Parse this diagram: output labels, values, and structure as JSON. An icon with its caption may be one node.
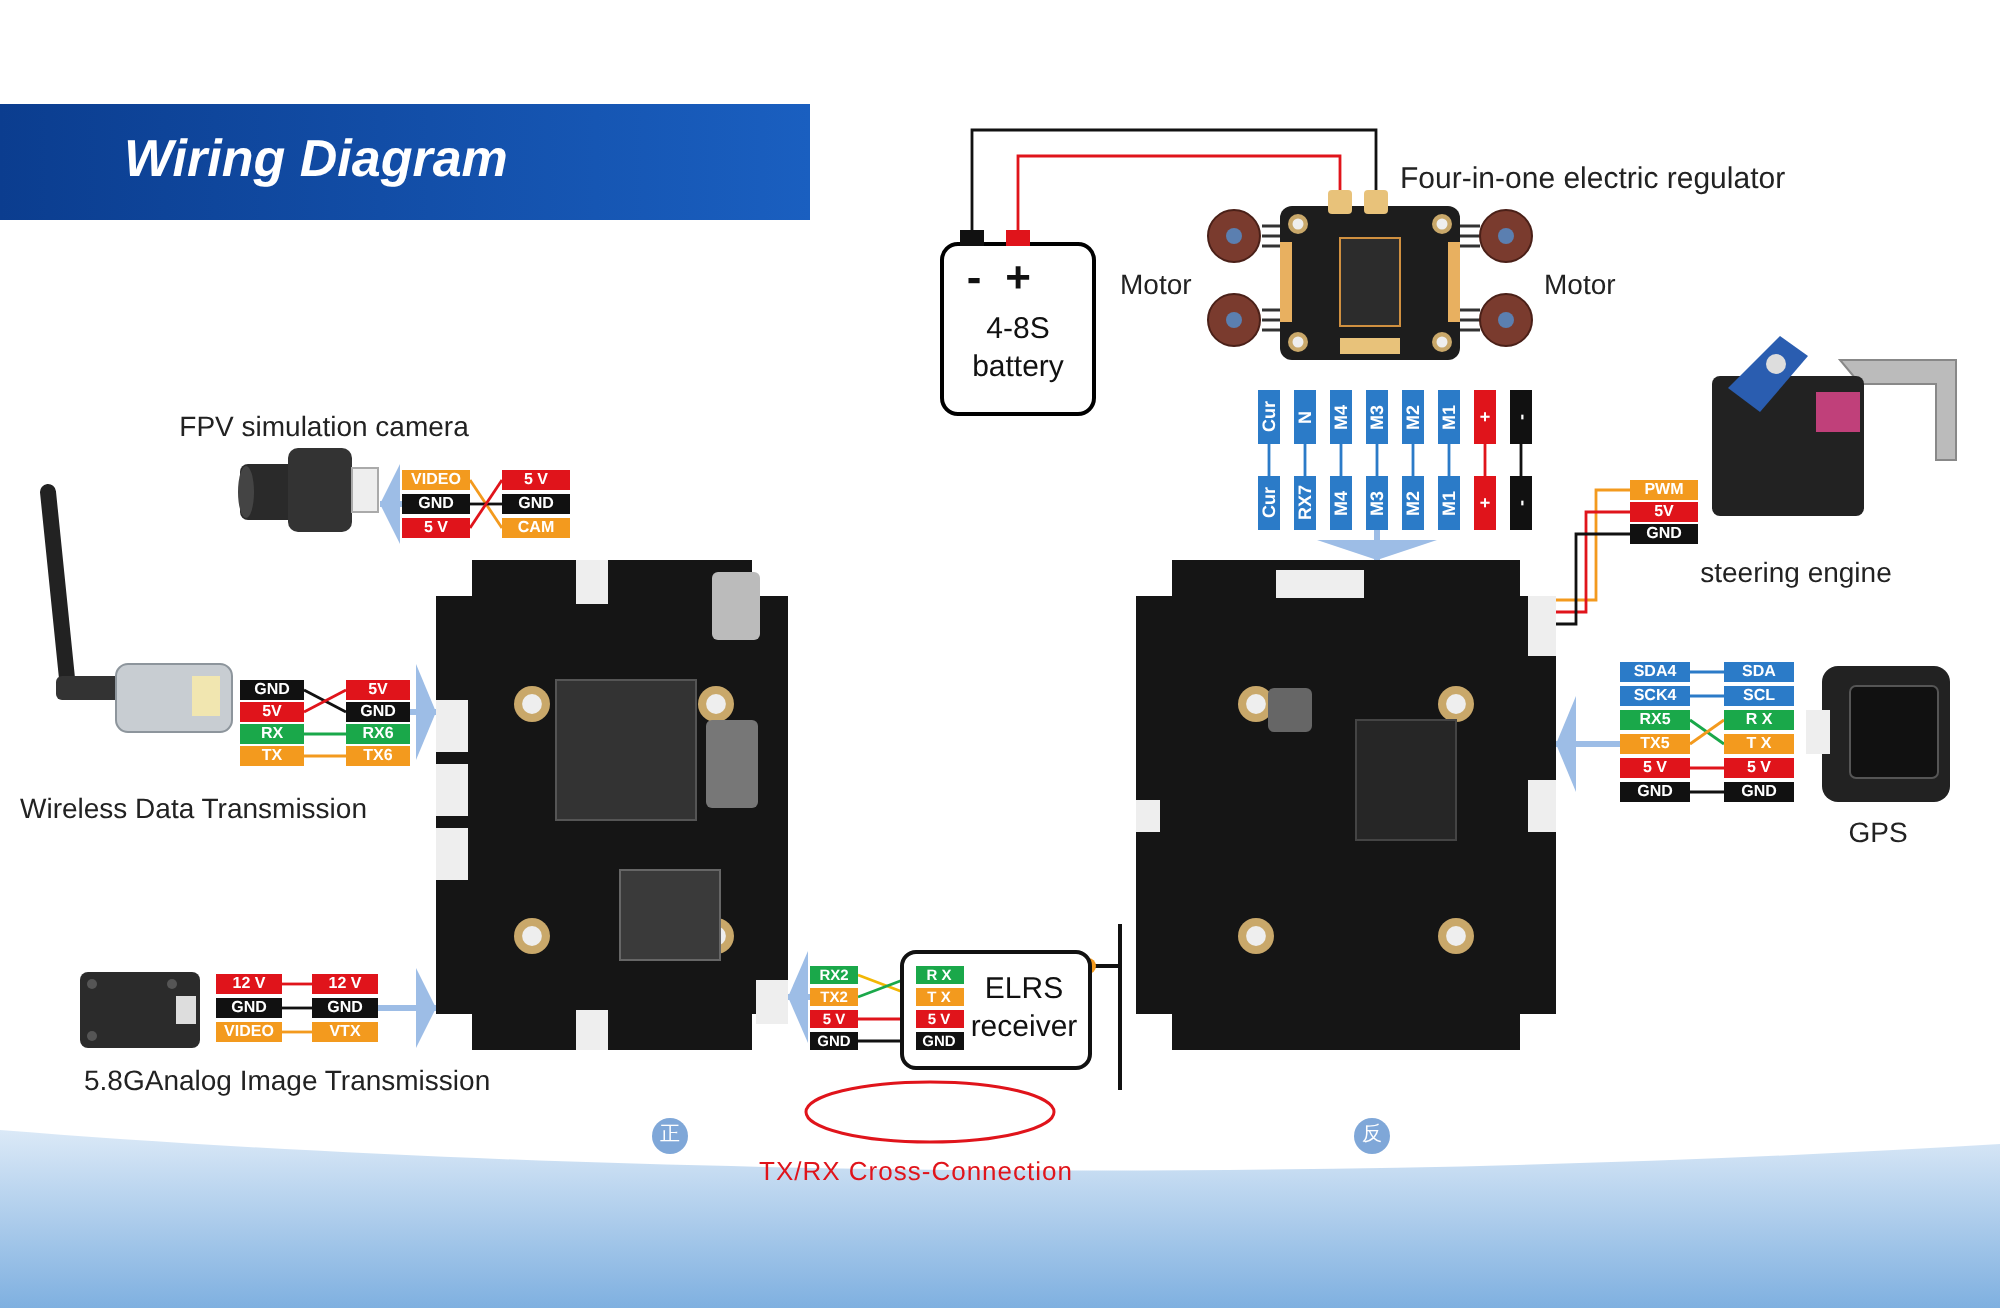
{
  "diagram": {
    "title": "Wiring Diagram",
    "nodes": [
      {
        "text": [],
        "shape": "picture",
        "beside": [
          "FPV simulation camera"
        ]
      },
      {
        "text": [
          "VIDEO"
        ]
      },
      {
        "text": [
          "GND"
        ]
      },
      {
        "text": [
          "5 V"
        ]
      },
      {
        "text": [
          "5 V"
        ]
      },
      {
        "text": [
          "GND"
        ]
      },
      {
        "text": [
          "CAM"
        ]
      },
      {
        "text": [],
        "shape": "picture"
      },
      {
        "text": [
          "GND"
        ]
      },
      {
        "text": [
          "5V"
        ]
      },
      {
        "text": [
          "RX"
        ]
      },
      {
        "text": [
          "TX"
        ]
      },
      {
        "text": [
          "5V"
        ]
      },
      {
        "text": [
          "GND"
        ]
      },
      {
        "text": [
          "RX6"
        ]
      },
      {
        "text": [
          "TX6"
        ]
      },
      {
        "text": [],
        "shape": "picture"
      },
      {
        "text": [],
        "shape": "picture",
        "beside": [
          "5.8GAnalog Image Transmission"
        ]
      },
      {
        "text": [
          "12 V"
        ]
      },
      {
        "text": [
          "GND"
        ]
      },
      {
        "text": [
          "VIDEO"
        ]
      },
      {
        "text": [
          "12 V"
        ]
      },
      {
        "text": [
          "GND"
        ]
      },
      {
        "text": [
          "VTX"
        ]
      },
      {
        "text": [
          "RX2"
        ]
      },
      {
        "text": [
          "TX2"
        ]
      },
      {
        "text": [
          "5 V"
        ]
      },
      {
        "text": [
          "GND"
        ]
      },
      {
        "text": [
          "ELRS receiver"
        ]
      },
      {
        "text": [
          "R X"
        ],
        "in": 28
      },
      {
        "text": [
          "T X"
        ],
        "in": 28
      },
      {
        "text": [
          "5 V"
        ],
        "in": 28
      },
      {
        "text": [
          "GND"
        ],
        "in": 28
      },
      {
        "text": [
          "正"
        ]
      },
      {
        "text": [
          "-",
          "+",
          "4-8S battery"
        ]
      },
      {
        "text": [],
        "shape": "picture",
        "beside": [
          "Four-in-one electric regulator"
        ]
      },
      {
        "text": [
          "Cur"
        ]
      },
      {
        "text": [
          "N"
        ]
      },
      {
        "text": [
          "M4"
        ]
      },
      {
        "text": [
          "M3"
        ]
      },
      {
        "text": [
          "M2"
        ]
      },
      {
        "text": [
          "M1"
        ]
      },
      {
        "text": [
          "+"
        ]
      },
      {
        "text": [
          "-"
        ]
      },
      {
        "text": [
          "Cur"
        ]
      },
      {
        "text": [
          "RX7"
        ]
      },
      {
        "text": [
          "M4"
        ]
      },
      {
        "text": [
          "M3"
        ]
      },
      {
        "text": [
          "M2"
        ]
      },
      {
        "text": [
          "M1"
        ]
      },
      {
        "text": [
          "+"
        ]
      },
      {
        "text": [
          "-"
        ]
      },
      {
        "text": [],
        "shape": "picture"
      },
      {
        "text": [],
        "shape": "picture"
      },
      {
        "text": [
          "PWM"
        ]
      },
      {
        "text": [
          "5V"
        ]
      },
      {
        "text": [
          "GND"
        ]
      },
      {
        "text": [
          "SDA4"
        ]
      },
      {
        "text": [
          "SCK4"
        ]
      },
      {
        "text": [
          "RX5"
        ]
      },
      {
        "text": [
          "TX5"
        ]
      },
      {
        "text": [
          "5 V"
        ]
      },
      {
        "text": [
          "GND"
        ]
      },
      {
        "text": [
          "SDA"
        ]
      },
      {
        "text": [
          "SCL"
        ]
      },
      {
        "text": [
          "R X"
        ]
      },
      {
        "text": [
          "T X"
        ]
      },
      {
        "text": [
          "5 V"
        ]
      },
      {
        "text": [
          "GND"
        ]
      },
      {
        "text": [],
        "shape": "picture",
        "beside": [
          "GPS"
        ]
      },
      {
        "text": [
          "反"
        ]
      }
    ],
    "edges": [
      {
        "from": 1,
        "to": 6,
        "arrow": "none",
        "color": "#f39a1e"
      },
      {
        "from": 2,
        "to": 5,
        "arrow": "none"
      },
      {
        "from": 3,
        "to": 4,
        "arrow": "none",
        "color": "#e0141b"
      },
      {
        "from": 2,
        "to": 0,
        "arrow": "to",
        "style": "thick",
        "color": "#9dbde6"
      },
      {
        "from": 8,
        "to": 13,
        "arrow": "none"
      },
      {
        "from": 9,
        "to": 12,
        "arrow": "none",
        "color": "#e0141b"
      },
      {
        "from": 10,
        "to": 14,
        "arrow": "none",
        "color": "#1aa84a"
      },
      {
        "from": 11,
        "to": 15,
        "arrow": "none",
        "color": "#f39a1e"
      },
      {
        "from": 13,
        "to": 16,
        "arrow": "to",
        "style": "thick",
        "color": "#9dbde6"
      },
      {
        "from": 18,
        "to": 21,
        "arrow": "none",
        "color": "#e0141b"
      },
      {
        "from": 19,
        "to": 22,
        "arrow": "none"
      },
      {
        "from": 20,
        "to": 23,
        "arrow": "none",
        "color": "#f39a1e"
      },
      {
        "from": 22,
        "to": 16,
        "arrow": "to",
        "style": "thick",
        "color": "#9dbde6"
      },
      {
        "from": 24,
        "to": 30,
        "arrow": "none",
        "color": "#f2b705"
      },
      {
        "from": 25,
        "to": 29,
        "arrow": "none",
        "color": "#1aa84a"
      },
      {
        "from": 26,
        "to": 31,
        "arrow": "none",
        "color": "#e0141b"
      },
      {
        "from": 27,
        "to": 32,
        "arrow": "none"
      },
      {
        "from": 25,
        "to": 16,
        "arrow": "to",
        "style": "thick",
        "color": "#9dbde6"
      },
      {
        "from": 34,
        "to": 35,
        "arrow": "none"
      },
      {
        "from": 34,
        "to": 35,
        "arrow": "none",
        "color": "#e0141b"
      },
      {
        "from": 36,
        "to": 44,
        "arrow": "none",
        "color": "#2b7bc8"
      },
      {
        "from": 37,
        "to": 45,
        "arrow": "none",
        "color": "#2b7bc8"
      },
      {
        "from": 38,
        "to": 46,
        "arrow": "none",
        "color": "#2b7bc8"
      },
      {
        "from": 39,
        "to": 47,
        "arrow": "none",
        "color": "#2b7bc8"
      },
      {
        "from": 40,
        "to": 48,
        "arrow": "none",
        "color": "#2b7bc8"
      },
      {
        "from": 41,
        "to": 49,
        "arrow": "none",
        "color": "#2b7bc8"
      },
      {
        "from": 42,
        "to": 50,
        "arrow": "none",
        "color": "#e0141b"
      },
      {
        "from": 43,
        "to": 51,
        "arrow": "none"
      },
      {
        "from": 47,
        "to": 52,
        "arrow": "to",
        "style": "thick",
        "color": "#9dbde6"
      },
      {
        "from": 54,
        "to": 52,
        "arrow": "none",
        "color": "#f39a1e"
      },
      {
        "from": 55,
        "to": 52,
        "arrow": "none",
        "color": "#e0141b"
      },
      {
        "from": 56,
        "to": 52,
        "arrow": "none"
      },
      {
        "from": 57,
        "to": 63,
        "arrow": "none",
        "color": "#2b7bc8"
      },
      {
        "from": 58,
        "to": 64,
        "arrow": "none",
        "color": "#2b7bc8"
      },
      {
        "from": 59,
        "to": 66,
        "arrow": "none",
        "color": "#1aa84a"
      },
      {
        "from": 60,
        "to": 65,
        "arrow": "none",
        "color": "#f39a1e"
      },
      {
        "from": 61,
        "to": 67,
        "arrow": "none",
        "color": "#e0141b"
      },
      {
        "from": 62,
        "to": 68,
        "arrow": "none"
      },
      {
        "from": 60,
        "to": 52,
        "arrow": "to",
        "style": "thick",
        "color": "#9dbde6"
      }
    ],
    "labels": [
      "Motor",
      "Motor",
      "TX/RX Cross-Connection",
      "Wireless Data Transmission",
      "steering engine"
    ]
  }
}
